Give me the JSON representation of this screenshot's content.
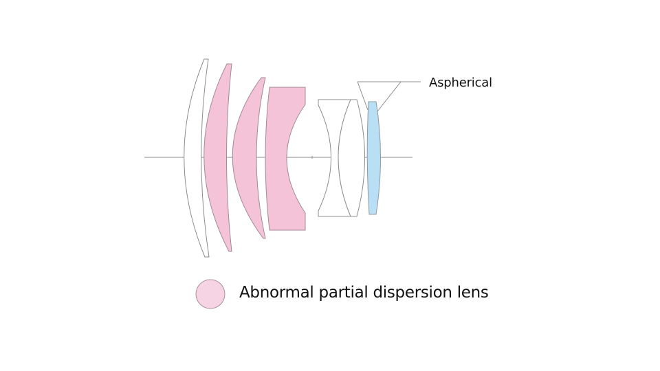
{
  "diagram": {
    "title": "Lens construction diagram",
    "colors": {
      "special_lens_fill": "#f5c3d8",
      "special_lens_stroke": "#a08a94",
      "aspherical_fill": "#b9dff5",
      "aspherical_stroke": "#8e9aa4",
      "plain_lens_stroke": "#8c8c8c",
      "axis": "#8c8c8c",
      "legend_fill": "#f7d4e3",
      "legend_stroke": "#a88f9a"
    },
    "elements": [
      {
        "id": 1,
        "type": "meniscus",
        "material": "standard"
      },
      {
        "id": 2,
        "type": "meniscus",
        "material": "abnormal_partial_dispersion"
      },
      {
        "id": 3,
        "type": "meniscus",
        "material": "abnormal_partial_dispersion"
      },
      {
        "id": 4,
        "type": "plano-concave",
        "material": "abnormal_partial_dispersion"
      },
      {
        "id": 5,
        "type": "biconcave",
        "material": "standard",
        "group": "cemented"
      },
      {
        "id": 6,
        "type": "biconvex",
        "material": "standard",
        "group": "cemented"
      },
      {
        "id": 7,
        "type": "aspherical",
        "material": "aspherical"
      }
    ],
    "callout": {
      "label": "Aspherical"
    },
    "legend": {
      "items": [
        {
          "label": "Abnormal partial dispersion lens",
          "swatch": "pink-circle"
        }
      ]
    }
  }
}
